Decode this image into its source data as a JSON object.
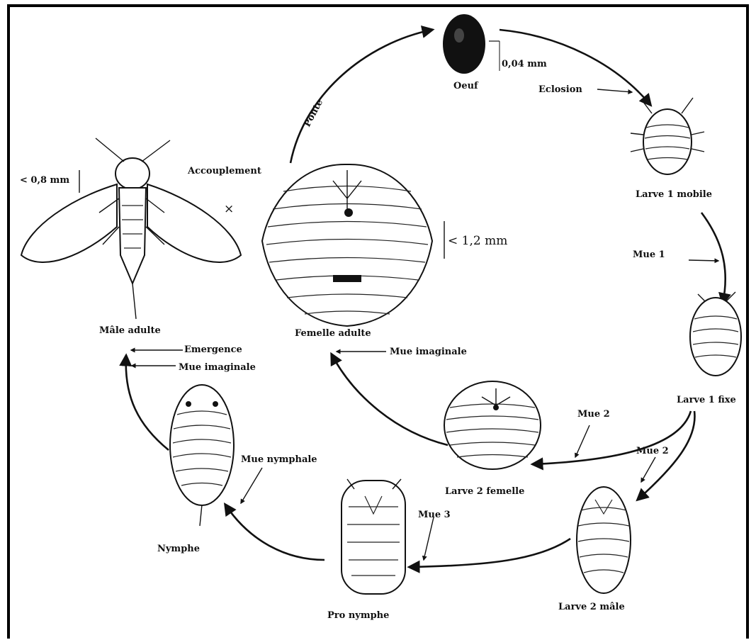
{
  "stages": {
    "oeuf": "Oeuf",
    "larve1_mobile": "Larve 1 mobile",
    "larve1_fixe": "Larve 1 fixe",
    "larve2_femelle": "Larve 2 femelle",
    "larve2_male": "Larve 2 mâle",
    "pro_nymphe": "Pro nymphe",
    "nymphe": "Nymphe",
    "male_adulte": "Mâle adulte",
    "femelle_adulte": "Femelle adulte"
  },
  "transitions": {
    "ponte": "Ponte",
    "eclosion": "Eclosion",
    "mue1": "Mue 1",
    "mue2_femelle": "Mue 2",
    "mue2_male": "Mue 2",
    "mue3": "Mue 3",
    "mue_nymphale": "Mue nymphale",
    "mue_imaginale_femelle": "Mue imaginale",
    "mue_imaginale_male": "Mue imaginale",
    "emergence": "Emergence",
    "accouplement": "Accouplement",
    "cross": "×"
  },
  "sizes": {
    "oeuf": "0,04 mm",
    "male": "< 0,8 mm",
    "femelle": "< 1,2 mm"
  }
}
